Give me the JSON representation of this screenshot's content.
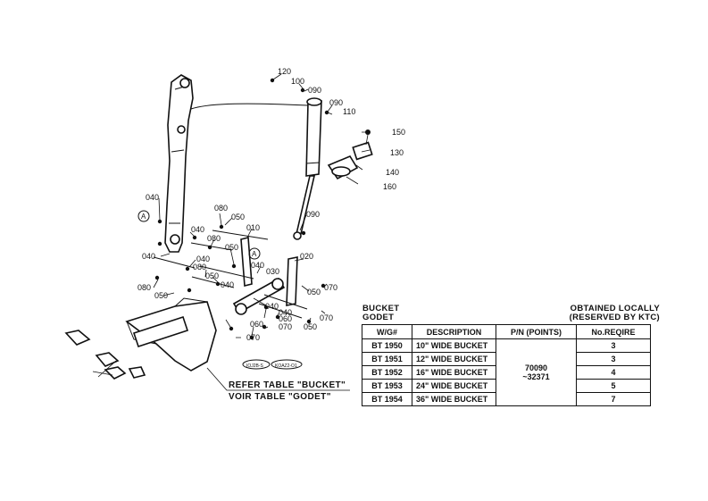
{
  "callouts": {
    "c120": "120",
    "c100": "100",
    "c090a": "090",
    "c090b": "090",
    "c110": "110",
    "c150": "150",
    "c130": "130",
    "c140": "140",
    "c160": "160",
    "c040a": "040",
    "c080a": "080",
    "c050a": "050",
    "c010": "010",
    "c090c": "090",
    "c040b": "040",
    "c080b": "080",
    "c050b": "050",
    "c040c": "040",
    "c020": "020",
    "c040d": "040",
    "c040e": "040",
    "c080c": "080",
    "c050c": "050",
    "c080d": "080",
    "c050d": "050",
    "c040f": "040",
    "c030": "030",
    "c050e": "050",
    "c070a": "070",
    "c040g": "040",
    "c040h": "040",
    "c060a": "060",
    "c070b": "070",
    "c050f": "050",
    "c070c": "070",
    "c060b": "060",
    "c070d": "070",
    "markerA1": "A",
    "markerA2": "A"
  },
  "stamps": {
    "left": "IOJ2B-S",
    "right": "KOAZ2-O1"
  },
  "notes": {
    "bucket_line1": "BUCKET",
    "bucket_line2": "GODET",
    "local_line1": "OBTAINED LOCALLY",
    "local_line2": "(RESERVED BY KTC)"
  },
  "table": {
    "headers": {
      "wg": "W/G#",
      "description": "DESCRIPTION",
      "pn": "P/N (POINTS)",
      "qty": "No.REQIRE"
    },
    "rows": [
      {
        "wg": "BT 1950",
        "description": "10\" WIDE BUCKET",
        "qty": "3"
      },
      {
        "wg": "BT 1951",
        "description": "12\" WIDE BUCKET",
        "qty": "3"
      },
      {
        "wg": "BT 1952",
        "description": "16\" WIDE BUCKET",
        "qty": "4"
      },
      {
        "wg": "BT 1953",
        "description": "24\" WIDE BUCKET",
        "qty": "5"
      },
      {
        "wg": "BT 1954",
        "description": "36\" WIDE BUCKET",
        "qty": "7"
      }
    ],
    "pn_line1": "70090",
    "pn_line2": "~32371"
  },
  "refer": {
    "line1": "REFER TABLE \"BUCKET\"",
    "line2": "VOIR TABLE \"GODET\""
  }
}
